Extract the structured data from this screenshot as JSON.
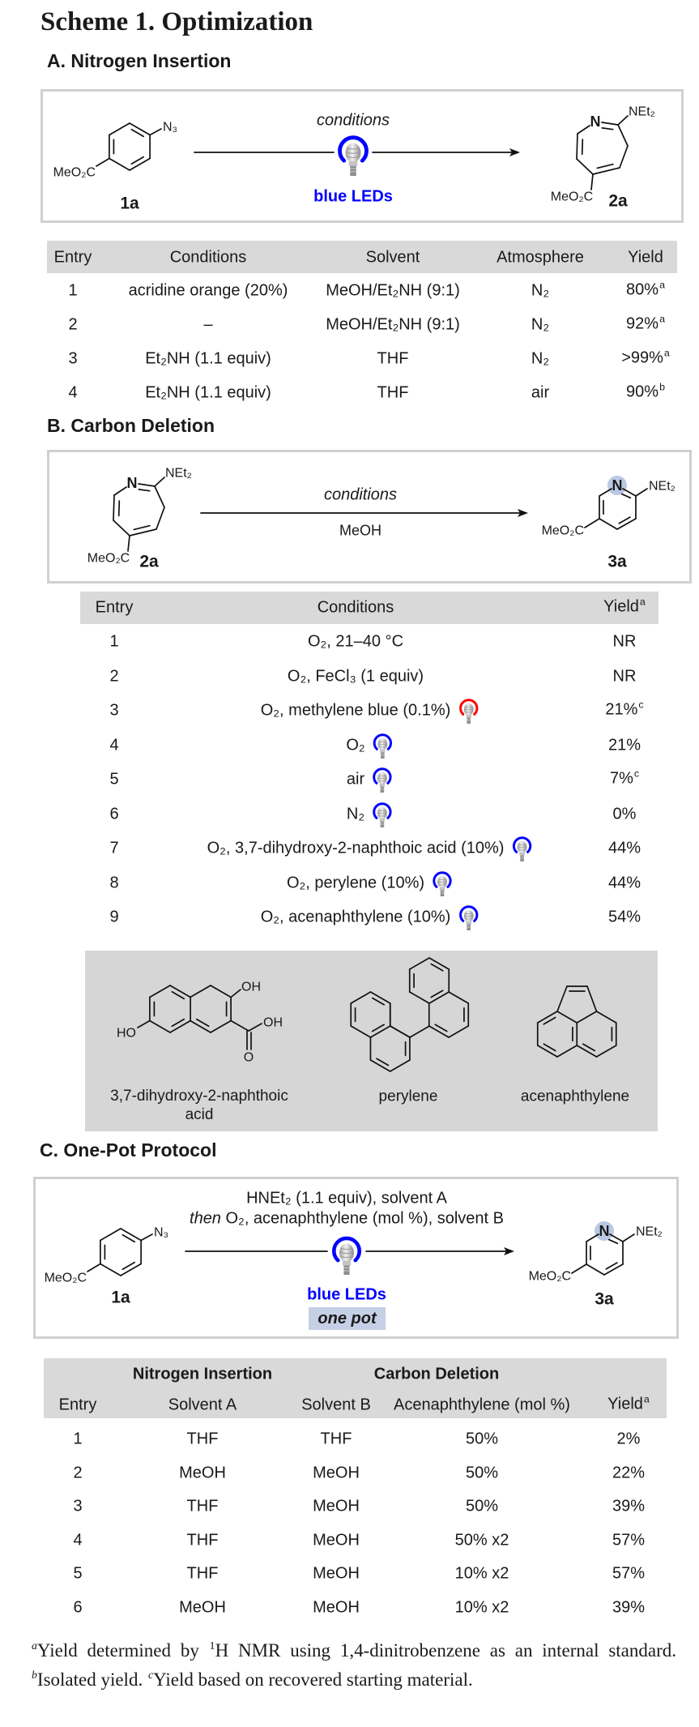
{
  "title": "Scheme 1. Optimization",
  "colors": {
    "blue_led": "#0000ff",
    "red_led": "#ff0000",
    "header_band": "#d9d9d9",
    "ring_n_highlight": "#b9c9e3",
    "one_pot_band": "#c5cfe6"
  },
  "structure_labels": {
    "azide": "N₃",
    "ester": "MeO₂C",
    "ring_n": "N",
    "amine": "NEt₂",
    "oh": "OH",
    "ho": "HO",
    "carbonyl_o": "O"
  },
  "section_a": {
    "heading": "A. Nitrogen Insertion",
    "scheme": {
      "reactant_label": "1a",
      "product_label": "2a",
      "conditions": "conditions",
      "light": "blue LEDs",
      "light_icon": "blue-led-bulb-icon"
    },
    "table": {
      "headers": [
        "Entry",
        "Conditions",
        "Solvent",
        "Atmosphere",
        "Yield"
      ],
      "rows": [
        {
          "entry": "1",
          "conditions": "acridine orange (20%)",
          "solvent": "MeOH/Et₂NH (9:1)",
          "atmosphere": "N₂",
          "yield": "80%",
          "note": "a"
        },
        {
          "entry": "2",
          "conditions": "–",
          "solvent": "MeOH/Et₂NH (9:1)",
          "atmosphere": "N₂",
          "yield": "92%",
          "note": "a"
        },
        {
          "entry": "3",
          "conditions": "Et₂NH (1.1 equiv)",
          "solvent": "THF",
          "atmosphere": "N₂",
          "yield": ">99%",
          "note": "a"
        },
        {
          "entry": "4",
          "conditions": "Et₂NH (1.1 equiv)",
          "solvent": "THF",
          "atmosphere": "air",
          "yield": "90%",
          "note": "b"
        }
      ]
    }
  },
  "section_b": {
    "heading": "B. Carbon Deletion",
    "scheme": {
      "reactant_label": "2a",
      "product_label": "3a",
      "conditions": "conditions",
      "solvent": "MeOH"
    },
    "table": {
      "headers": [
        "Entry",
        "Conditions",
        "Yield"
      ],
      "yield_header_note": "a",
      "rows": [
        {
          "entry": "1",
          "conditions": "O₂, 21–40 °C",
          "light": null,
          "yield": "NR",
          "note": ""
        },
        {
          "entry": "2",
          "conditions": "O₂, FeCl₃ (1 equiv)",
          "light": null,
          "yield": "NR",
          "note": ""
        },
        {
          "entry": "3",
          "conditions": "O₂, methylene blue (0.1%)",
          "light": "red",
          "yield": "21%",
          "note": "c"
        },
        {
          "entry": "4",
          "conditions": "O₂",
          "light": "blue",
          "yield": "21%",
          "note": ""
        },
        {
          "entry": "5",
          "conditions": "air",
          "light": "blue",
          "yield": "7%",
          "note": "c"
        },
        {
          "entry": "6",
          "conditions": "N₂",
          "light": "blue",
          "yield": "0%",
          "note": ""
        },
        {
          "entry": "7",
          "conditions": "O₂, 3,7-dihydroxy-2-naphthoic acid (10%)",
          "light": "blue",
          "yield": "44%",
          "note": ""
        },
        {
          "entry": "8",
          "conditions": "O₂, perylene (10%)",
          "light": "blue",
          "yield": "44%",
          "note": ""
        },
        {
          "entry": "9",
          "conditions": "O₂, acenaphthylene (10%)",
          "light": "blue",
          "yield": "54%",
          "note": ""
        }
      ]
    },
    "catalysts": [
      {
        "name_line1": "3,7-dihydroxy-2-naphthoic",
        "name_line2": "acid"
      },
      {
        "name_line1": "perylene"
      },
      {
        "name_line1": "acenaphthylene"
      }
    ]
  },
  "section_c": {
    "heading": "C. One-Pot Protocol",
    "scheme": {
      "reactant_label": "1a",
      "product_label": "3a",
      "conditions_line1": "HNEt₂ (1.1 equiv), solvent A",
      "conditions_line2_prefix": "then",
      "conditions_line2": " O₂, acenaphthylene (mol %), solvent B",
      "light": "blue LEDs",
      "one_pot": "one pot"
    },
    "table": {
      "group_headers": [
        "Nitrogen Insertion",
        "Carbon Deletion"
      ],
      "headers": [
        "Entry",
        "Solvent A",
        "Solvent B",
        "Acenaphthylene (mol %)",
        "Yield"
      ],
      "yield_header_note": "a",
      "rows": [
        {
          "entry": "1",
          "solvent_a": "THF",
          "solvent_b": "THF",
          "acenaphthylene": "50%",
          "yield": "2%"
        },
        {
          "entry": "2",
          "solvent_a": "MeOH",
          "solvent_b": "MeOH",
          "acenaphthylene": "50%",
          "yield": "22%"
        },
        {
          "entry": "3",
          "solvent_a": "THF",
          "solvent_b": "MeOH",
          "acenaphthylene": "50%",
          "yield": "39%"
        },
        {
          "entry": "4",
          "solvent_a": "THF",
          "solvent_b": "MeOH",
          "acenaphthylene": "50% x2",
          "yield": "57%"
        },
        {
          "entry": "5",
          "solvent_a": "THF",
          "solvent_b": "MeOH",
          "acenaphthylene": "10% x2",
          "yield": "57%"
        },
        {
          "entry": "6",
          "solvent_a": "MeOH",
          "solvent_b": "MeOH",
          "acenaphthylene": "10% x2",
          "yield": "39%"
        }
      ]
    }
  },
  "footnotes": {
    "a_mark": "a",
    "a_text_1": "Yield determined by ",
    "a_sup": "1",
    "a_text_2": "H NMR using 1,4-dinitrobenzene as an internal standard. ",
    "b_mark": "b",
    "b_text": "Isolated yield. ",
    "c_mark": "c",
    "c_text": "Yield based on recovered starting material."
  }
}
